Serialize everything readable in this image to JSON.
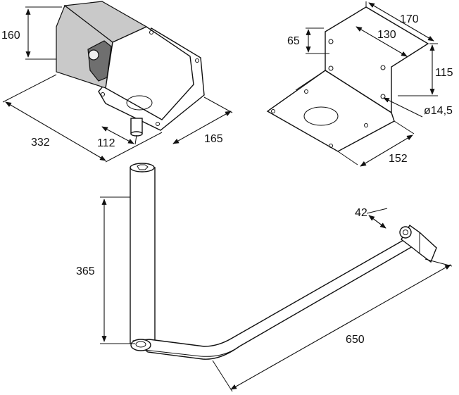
{
  "dimensions": {
    "motor_height": "160",
    "motor_length": "332",
    "motor_axis_offset": "112",
    "motor_width": "165",
    "bracket_hole_depth": "65",
    "bracket_length": "170",
    "bracket_hole_spacing": "130",
    "bracket_height": "115",
    "bracket_hole_diameter": "ø14,5",
    "bracket_width": "152",
    "arm_shaft_height": "365",
    "arm_end_offset": "42",
    "arm_length": "650"
  }
}
